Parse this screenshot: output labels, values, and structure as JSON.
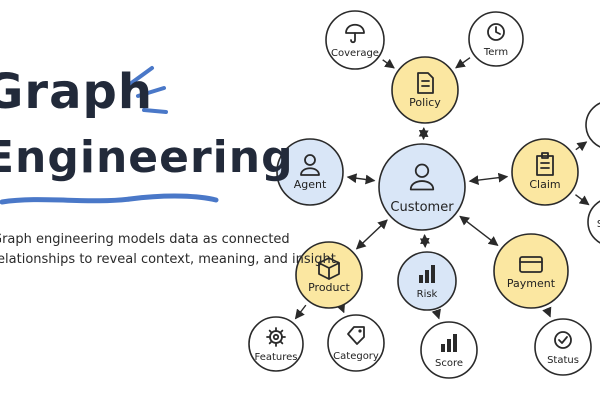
{
  "title": {
    "line1": "Graph",
    "line2": "Engineering"
  },
  "tagline": {
    "line1": "Graph engineering models data as connected",
    "line2": "relationships to reveal context, meaning, and insight."
  },
  "colors": {
    "blue_node": "#d9e6f7",
    "yellow_node": "#fbe7a1",
    "plain_node": "#ffffff",
    "outline": "#2a2a2a",
    "accent": "#4a78c8",
    "title_text": "#222a3a"
  },
  "nodes": [
    {
      "id": "customer",
      "label": "Customer",
      "style": "blue",
      "icon": "person-icon"
    },
    {
      "id": "policy",
      "label": "Policy",
      "style": "yellow",
      "icon": "document-icon"
    },
    {
      "id": "agent",
      "label": "Agent",
      "style": "blue",
      "icon": "person-icon"
    },
    {
      "id": "claim",
      "label": "Claim",
      "style": "yellow",
      "icon": "clipboard-icon"
    },
    {
      "id": "product",
      "label": "Product",
      "style": "yellow",
      "icon": "box-icon"
    },
    {
      "id": "risk",
      "label": "Risk",
      "style": "blue",
      "icon": "bar-chart-icon"
    },
    {
      "id": "payment",
      "label": "Payment",
      "style": "yellow",
      "icon": "card-icon"
    },
    {
      "id": "coverage",
      "label": "Coverage",
      "style": "plain",
      "icon": "umbrella-icon"
    },
    {
      "id": "term",
      "label": "Term",
      "style": "plain",
      "icon": "clock-icon"
    },
    {
      "id": "features",
      "label": "Features",
      "style": "plain",
      "icon": "gear-icon"
    },
    {
      "id": "category",
      "label": "Category",
      "style": "plain",
      "icon": "tag-icon"
    },
    {
      "id": "score",
      "label": "Score",
      "style": "plain",
      "icon": "bar-chart-icon"
    },
    {
      "id": "status",
      "label": "Status",
      "style": "plain",
      "icon": "check-icon"
    },
    {
      "id": "claim-child-1",
      "label": "",
      "style": "plain",
      "icon": "none"
    },
    {
      "id": "claim-child-2",
      "label": "S",
      "style": "plain",
      "icon": "none"
    }
  ],
  "edges": [
    {
      "from": "customer",
      "to": "policy",
      "dir": "both"
    },
    {
      "from": "customer",
      "to": "agent",
      "dir": "both"
    },
    {
      "from": "customer",
      "to": "claim",
      "dir": "both"
    },
    {
      "from": "customer",
      "to": "risk",
      "dir": "both"
    },
    {
      "from": "customer",
      "to": "product",
      "dir": "both"
    },
    {
      "from": "customer",
      "to": "payment",
      "dir": "both"
    },
    {
      "from": "coverage",
      "to": "policy",
      "dir": "forward"
    },
    {
      "from": "term",
      "to": "policy",
      "dir": "forward"
    },
    {
      "from": "product",
      "to": "features",
      "dir": "forward"
    },
    {
      "from": "product",
      "to": "category",
      "dir": "forward"
    },
    {
      "from": "risk",
      "to": "score",
      "dir": "forward"
    },
    {
      "from": "payment",
      "to": "status",
      "dir": "forward"
    },
    {
      "from": "claim",
      "to": "claim-child-1",
      "dir": "forward"
    },
    {
      "from": "claim",
      "to": "claim-child-2",
      "dir": "forward"
    }
  ]
}
